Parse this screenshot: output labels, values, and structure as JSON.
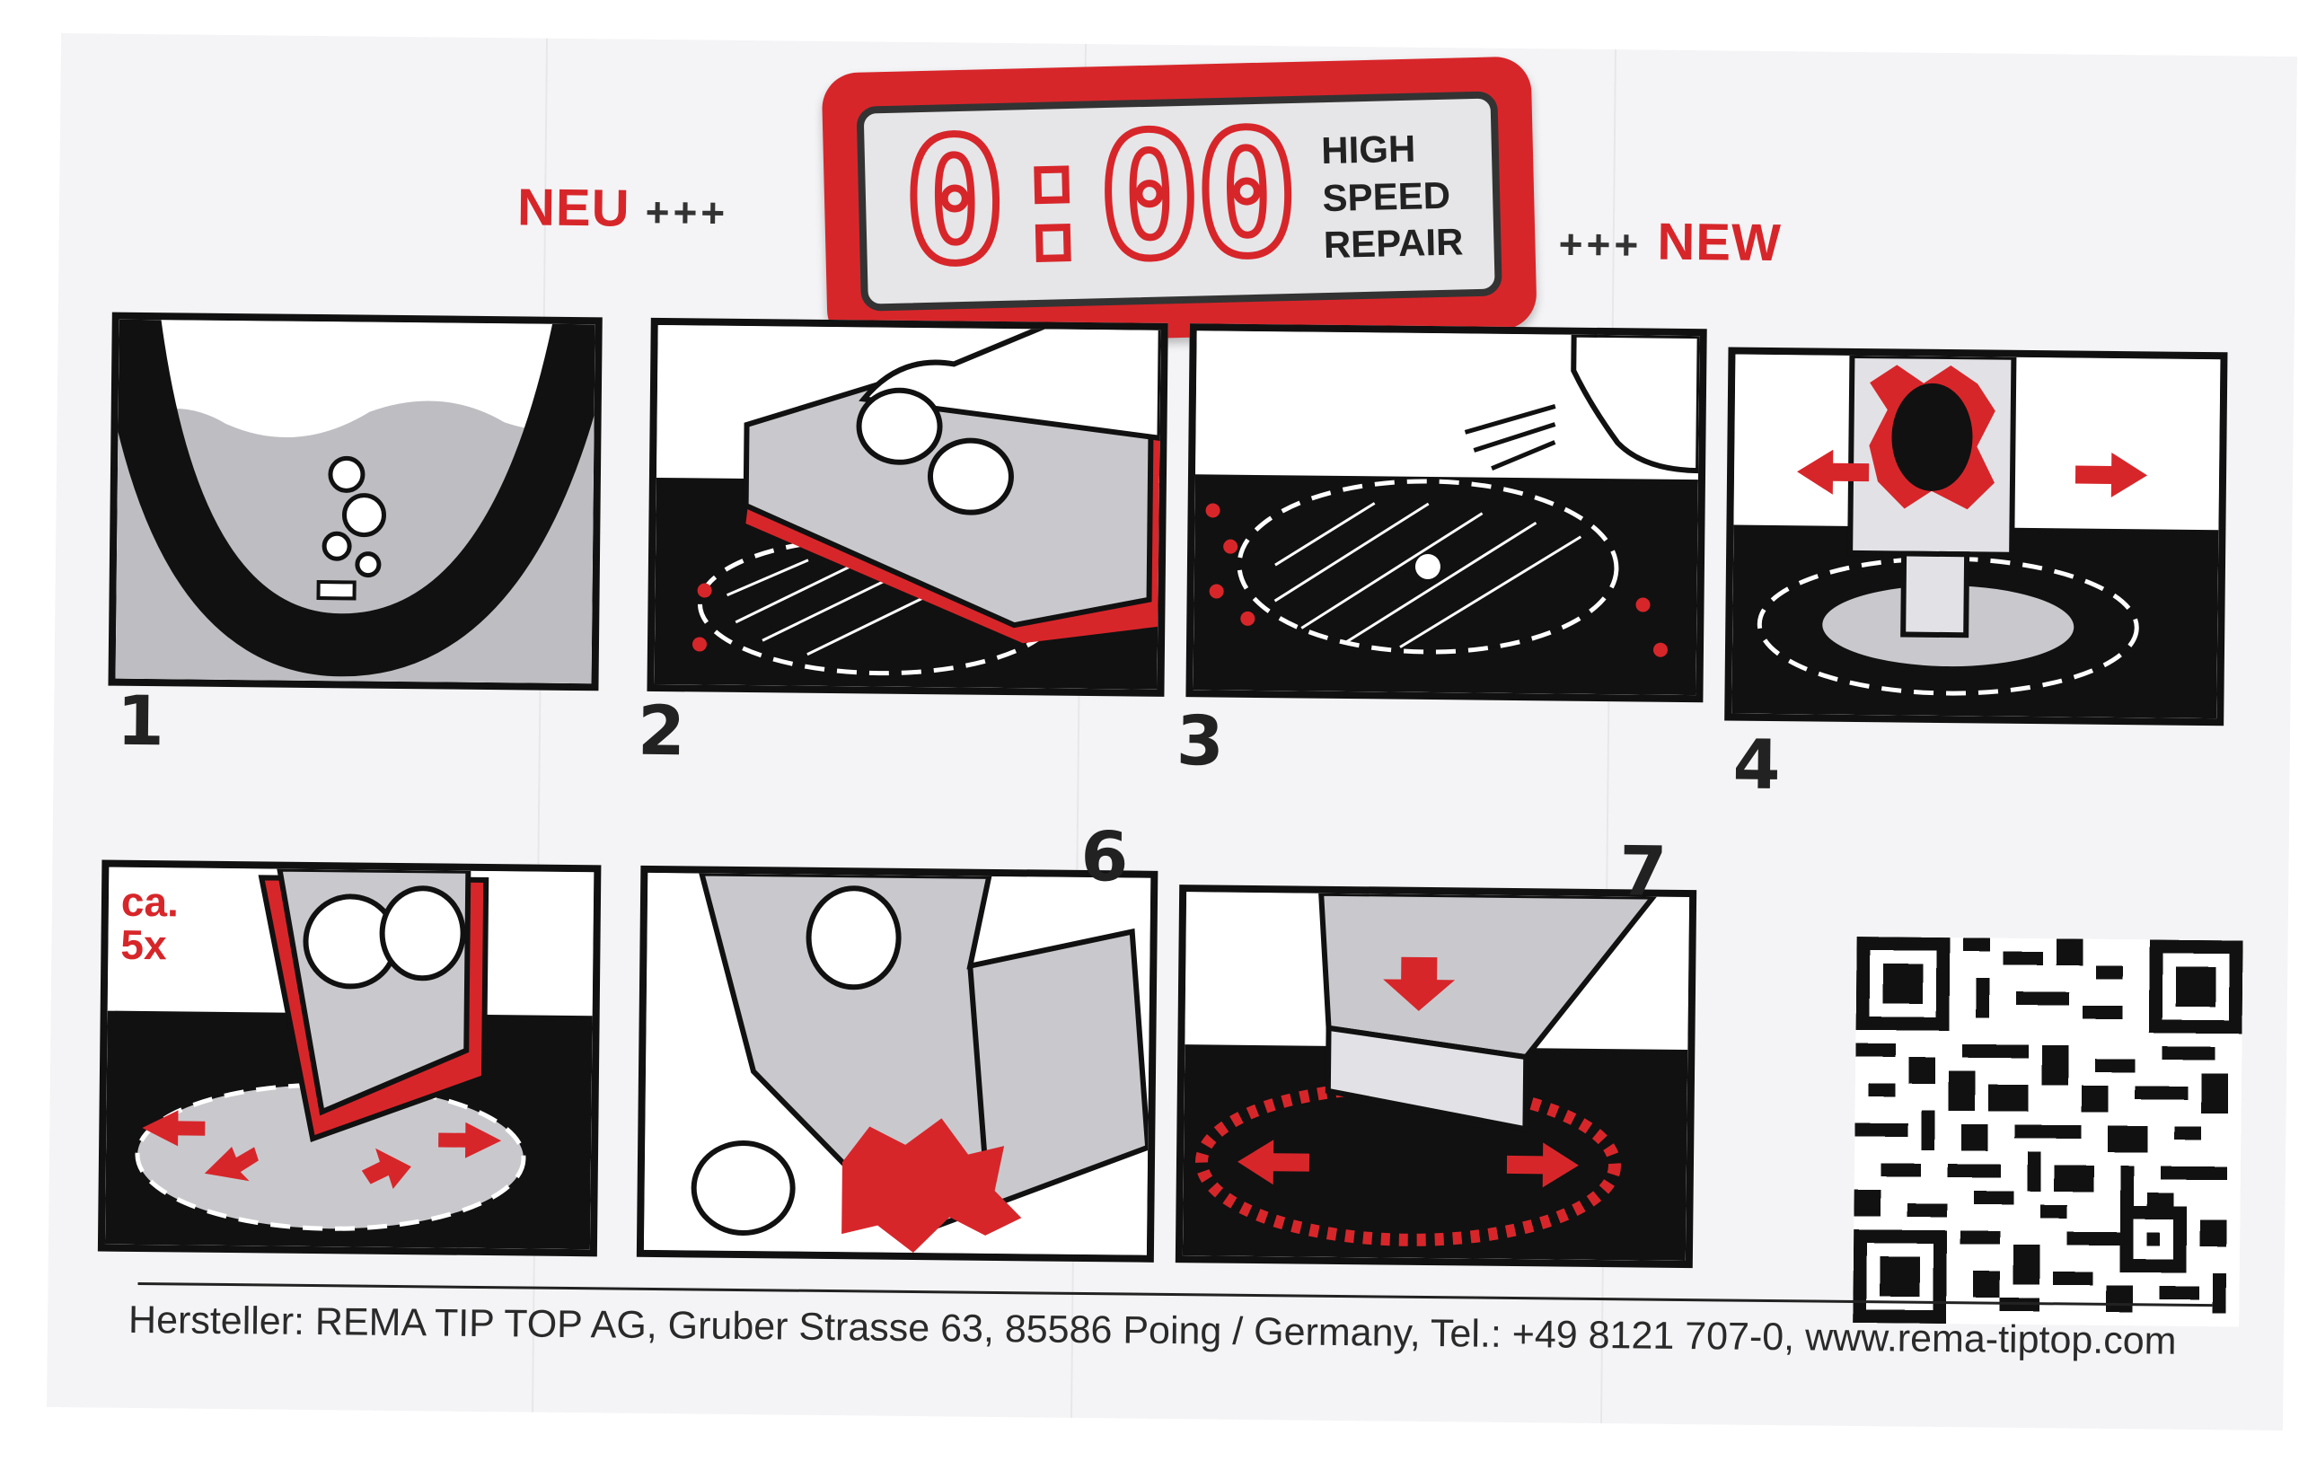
{
  "badge": {
    "time": "0:00",
    "line1": "HIGH",
    "line2": "SPEED",
    "line3": "REPAIR"
  },
  "header": {
    "neu": "NEU",
    "new": "NEW",
    "plus": "+++"
  },
  "steps": {
    "n1": "1",
    "n2": "2",
    "n3": "3",
    "n4": "4",
    "n6": "6",
    "n7": "7",
    "ca_line1": "ca.",
    "ca_line2": "5x"
  },
  "footer": {
    "text": "Hersteller: REMA TIP TOP AG, Gruber Strasse 63, 85586 Poing / Germany, Tel.: +49 8121 707-0, www.rema-tiptop.com"
  },
  "colors": {
    "brand_red": "#d7262a",
    "ink": "#111111",
    "paper": "#f4f4f6"
  }
}
